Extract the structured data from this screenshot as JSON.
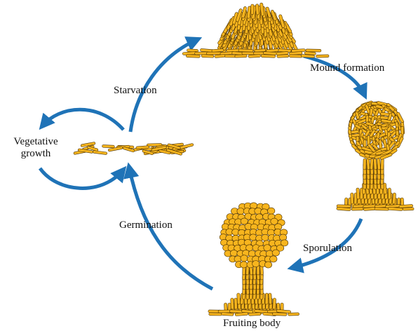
{
  "colors": {
    "arrow": "#1f73b7",
    "cell_fill": "#f7b51e",
    "cell_stroke": "#4a3000",
    "label_text": "#111111"
  },
  "labels": {
    "starvation": "Starvation",
    "mound_formation": "Mound formation",
    "vegetative_growth_line1": "Vegetative",
    "vegetative_growth_line2": "growth",
    "germination": "Germination",
    "sporulation": "Sporulation",
    "fruiting_body": "Fruiting body"
  },
  "stages": [
    {
      "id": "vegetative-cells",
      "depiction": "flat scattered rod-shaped cells"
    },
    {
      "id": "mound",
      "depiction": "dome-shaped aggregate of rod cells"
    },
    {
      "id": "developing-fruiting-body",
      "depiction": "stalked sphere of rod cells"
    },
    {
      "id": "fruiting-body",
      "depiction": "stalked sphere filled with round spores"
    }
  ],
  "cycle_arrows": [
    {
      "from": "vegetative-cells",
      "to": "mound",
      "label_key": "starvation"
    },
    {
      "from": "mound",
      "to": "developing-fruiting-body",
      "label_key": "mound_formation"
    },
    {
      "from": "developing-fruiting-body",
      "to": "fruiting-body",
      "label_key": "sporulation"
    },
    {
      "from": "fruiting-body",
      "to": "vegetative-cells",
      "label_key": "germination"
    },
    {
      "from": "vegetative-cells",
      "to": "vegetative-cells",
      "label_key": "vegetative_growth"
    }
  ]
}
